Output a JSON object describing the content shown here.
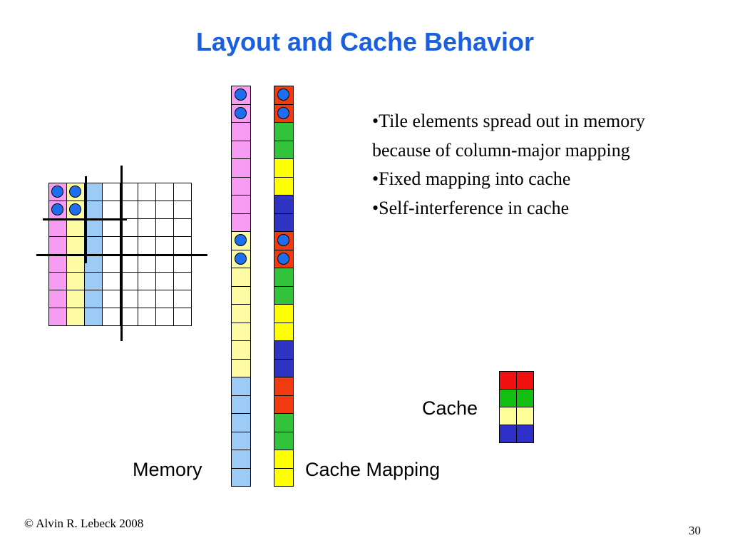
{
  "slide": {
    "title": "Layout and Cache Behavior",
    "bullets": [
      "•Tile elements spread out in memory because of column-major mapping",
      "•Fixed mapping into cache",
      "•Self-interference in cache"
    ],
    "labels": {
      "memory": "Memory",
      "cache_mapping": "Cache Mapping",
      "cache": "Cache"
    },
    "footer": {
      "copyright": "© Alvin R. Lebeck 2008",
      "page_number": "30"
    }
  },
  "colors": {
    "pink": "#f79cf3",
    "yellow": "#fdfca5",
    "lightblue": "#9ccbf6",
    "red": "#f03b10",
    "green": "#33c33a",
    "brightyellow": "#ffff00",
    "blue": "#2f34c2",
    "dot": "#1e6ef0",
    "cache_red": "#f01010",
    "cache_green": "#11c011",
    "cache_yellow": "#ffff99",
    "cache_blue": "#2e2fc9"
  }
}
